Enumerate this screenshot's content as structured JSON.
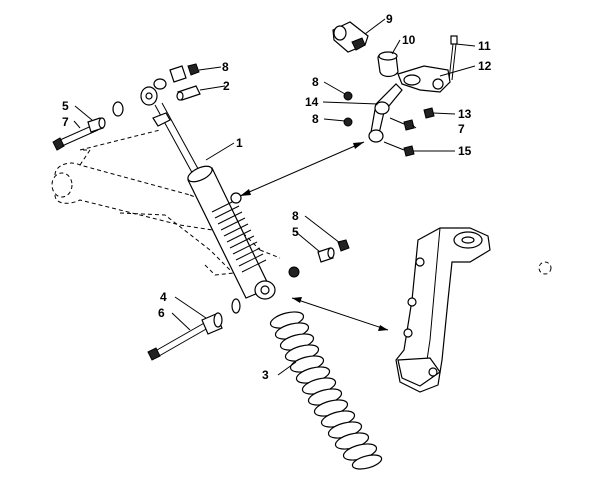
{
  "diagram": {
    "callouts": [
      {
        "id": "c1",
        "label": "1"
      },
      {
        "id": "c2",
        "label": "2"
      },
      {
        "id": "c3",
        "label": "3"
      },
      {
        "id": "c4",
        "label": "4"
      },
      {
        "id": "c5a",
        "label": "5"
      },
      {
        "id": "c5b",
        "label": "5"
      },
      {
        "id": "c6",
        "label": "6"
      },
      {
        "id": "c7a",
        "label": "7"
      },
      {
        "id": "c7b",
        "label": "7"
      },
      {
        "id": "c8a",
        "label": "8"
      },
      {
        "id": "c8b",
        "label": "8"
      },
      {
        "id": "c8c",
        "label": "8"
      },
      {
        "id": "c8d",
        "label": "8"
      },
      {
        "id": "c9",
        "label": "9"
      },
      {
        "id": "c10",
        "label": "10"
      },
      {
        "id": "c11",
        "label": "11"
      },
      {
        "id": "c12",
        "label": "12"
      },
      {
        "id": "c13",
        "label": "13"
      },
      {
        "id": "c14",
        "label": "14"
      },
      {
        "id": "c15",
        "label": "15"
      }
    ]
  }
}
